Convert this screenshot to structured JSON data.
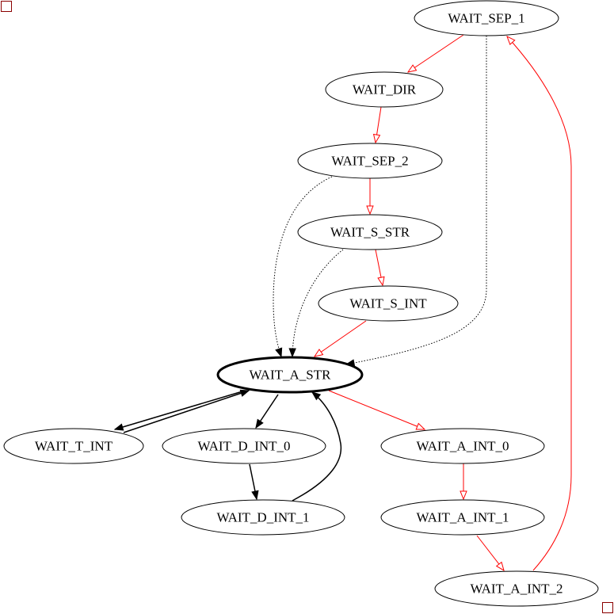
{
  "diagram": {
    "type": "state-graph",
    "colors": {
      "red_edge": "#ff0000",
      "black_edge": "#000000",
      "corner_marker": "#8b0000"
    },
    "nodes": [
      {
        "id": "WAIT_SEP_1",
        "label": "WAIT_SEP_1"
      },
      {
        "id": "WAIT_DIR",
        "label": "WAIT_DIR"
      },
      {
        "id": "WAIT_SEP_2",
        "label": "WAIT_SEP_2"
      },
      {
        "id": "WAIT_S_STR",
        "label": "WAIT_S_STR"
      },
      {
        "id": "WAIT_S_INT",
        "label": "WAIT_S_INT"
      },
      {
        "id": "WAIT_A_STR",
        "label": "WAIT_A_STR",
        "emphasis": "bold"
      },
      {
        "id": "WAIT_T_INT",
        "label": "WAIT_T_INT"
      },
      {
        "id": "WAIT_D_INT_0",
        "label": "WAIT_D_INT_0"
      },
      {
        "id": "WAIT_D_INT_1",
        "label": "WAIT_D_INT_1"
      },
      {
        "id": "WAIT_A_INT_0",
        "label": "WAIT_A_INT_0"
      },
      {
        "id": "WAIT_A_INT_1",
        "label": "WAIT_A_INT_1"
      },
      {
        "id": "WAIT_A_INT_2",
        "label": "WAIT_A_INT_2"
      }
    ],
    "edges": [
      {
        "from": "WAIT_SEP_1",
        "to": "WAIT_DIR",
        "style": "red-open"
      },
      {
        "from": "WAIT_DIR",
        "to": "WAIT_SEP_2",
        "style": "red-open"
      },
      {
        "from": "WAIT_SEP_2",
        "to": "WAIT_S_STR",
        "style": "red-open"
      },
      {
        "from": "WAIT_S_STR",
        "to": "WAIT_S_INT",
        "style": "red-open"
      },
      {
        "from": "WAIT_S_INT",
        "to": "WAIT_A_STR",
        "style": "red-open"
      },
      {
        "from": "WAIT_A_STR",
        "to": "WAIT_A_INT_0",
        "style": "red-open"
      },
      {
        "from": "WAIT_A_INT_0",
        "to": "WAIT_A_INT_1",
        "style": "red-open"
      },
      {
        "from": "WAIT_A_INT_1",
        "to": "WAIT_A_INT_2",
        "style": "red-open"
      },
      {
        "from": "WAIT_A_INT_2",
        "to": "WAIT_SEP_1",
        "style": "red-open"
      },
      {
        "from": "WAIT_SEP_1",
        "to": "WAIT_A_STR",
        "style": "dotted"
      },
      {
        "from": "WAIT_SEP_2",
        "to": "WAIT_A_STR",
        "style": "dotted"
      },
      {
        "from": "WAIT_S_STR",
        "to": "WAIT_A_STR",
        "style": "dotted"
      },
      {
        "from": "WAIT_A_STR",
        "to": "WAIT_T_INT",
        "style": "black"
      },
      {
        "from": "WAIT_T_INT",
        "to": "WAIT_A_STR",
        "style": "black"
      },
      {
        "from": "WAIT_A_STR",
        "to": "WAIT_D_INT_0",
        "style": "black"
      },
      {
        "from": "WAIT_D_INT_0",
        "to": "WAIT_D_INT_1",
        "style": "black"
      },
      {
        "from": "WAIT_D_INT_1",
        "to": "WAIT_A_STR",
        "style": "black"
      }
    ]
  }
}
